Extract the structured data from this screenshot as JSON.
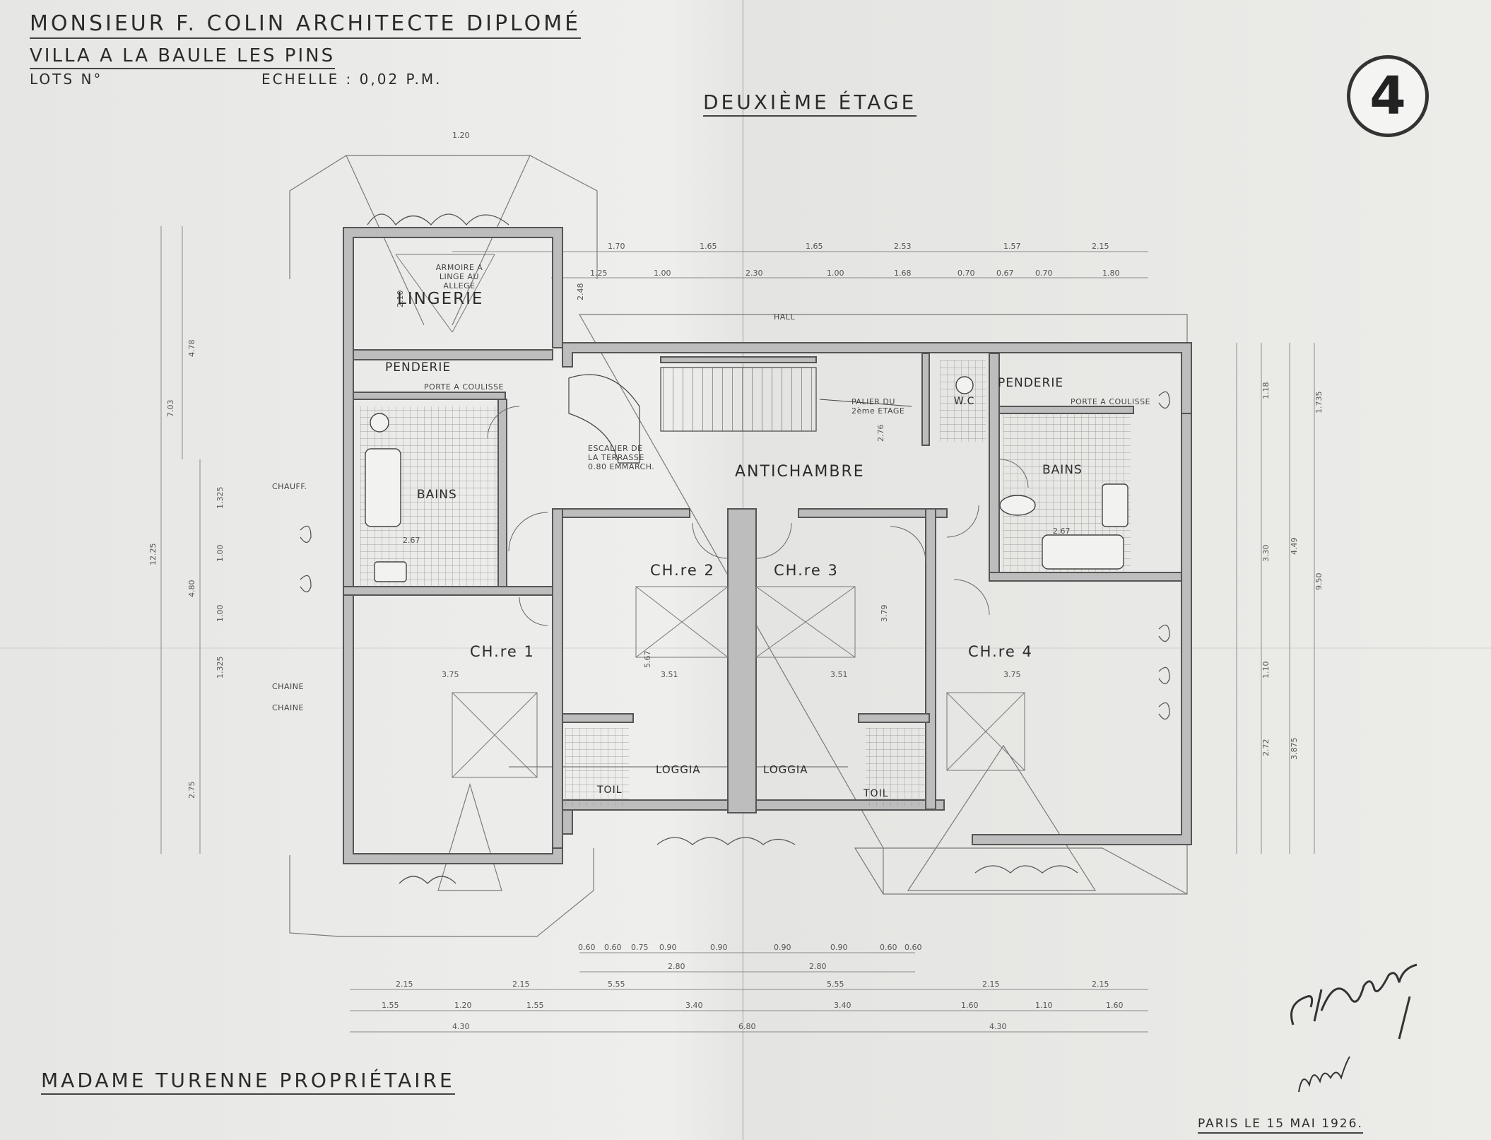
{
  "header": {
    "architect": "MONSIEUR F. COLIN ARCHITECTE DIPLOMÉ",
    "project": "VILLA A LA BAULE LES PINS",
    "lots_label": "LOTS N°",
    "scale": "ECHELLE : 0,02 P.M.",
    "floor_title": "DEUXIÈME ÉTAGE",
    "sheet_number": "4"
  },
  "rooms": {
    "lingerie": "LINGERIE",
    "armoire_note": "ARMOIRE A LINGE AU ALLEGE",
    "penderie_left": "PENDERIE",
    "porte_left": "PORTE A COULISSE",
    "bains_left": "BAINS",
    "ch1": "CH.re 1",
    "ch2": "CH.re 2",
    "ch3": "CH.re 3",
    "ch4": "CH.re 4",
    "antichambre": "ANTICHAMBRE",
    "palier": "PALIER DU 2ème ETAGE",
    "escalier": "ESCALIER DE LA TERRASSE 0.80 EMMARCH.",
    "hall": "HALL",
    "wc": "W.C",
    "penderie_right": "PENDERIE",
    "porte_right": "PORTE A COULISSE",
    "bains_right": "BAINS",
    "loggia_left": "LOGGIA",
    "loggia_right": "LOGGIA",
    "toil_left": "TOIL",
    "toil_right": "TOIL",
    "chaine1": "CHAINE",
    "chaine2": "CHAINE",
    "chauff": "CHAUFF."
  },
  "dimensions": {
    "top_row1": [
      "1.70",
      "1.65",
      "1.65",
      "2.53",
      "1.57",
      "2.15"
    ],
    "top_row2": [
      "1.25",
      "1.00",
      "2.30",
      "1.00",
      "1.68",
      "0.70",
      "0.67",
      "0.70",
      "1.80"
    ],
    "top_small": "1.20",
    "bottom_row1": [
      "0.60",
      "0.60",
      "0.75",
      "0.90",
      "0.90",
      "0.90",
      "0.90",
      "0.60",
      "0.60"
    ],
    "bottom_row2": [
      "2.80",
      "2.80"
    ],
    "bottom_row3": [
      "2.15",
      "2.15",
      "5.55",
      "5.55",
      "2.15",
      "2.15"
    ],
    "bottom_row4": [
      "1.55",
      "1.20",
      "1.55",
      "3.40",
      "3.40",
      "1.60",
      "1.10",
      "1.60"
    ],
    "bottom_row5": [
      "4.30",
      "6.80",
      "4.30"
    ],
    "left_col": [
      "7.03",
      "12.25",
      "1.325",
      "1.325",
      "1.00",
      "1.00",
      "4.80",
      "2.75",
      "4.78"
    ],
    "right_col": [
      "1.735",
      "4.49",
      "3.30",
      "9.50",
      "3.875",
      "1.10",
      "2.72",
      "1.18"
    ],
    "interior": [
      "3.51",
      "3.51",
      "3.75",
      "3.75",
      "2.67",
      "2.67",
      "5.67",
      "3.79",
      "2.10",
      "2.48",
      "2.76"
    ]
  },
  "footer": {
    "owner": "MADAME TURENNE PROPRIÉTAIRE",
    "place_date": "PARIS LE 15 MAI 1926."
  },
  "signature_text": "C. Colin"
}
